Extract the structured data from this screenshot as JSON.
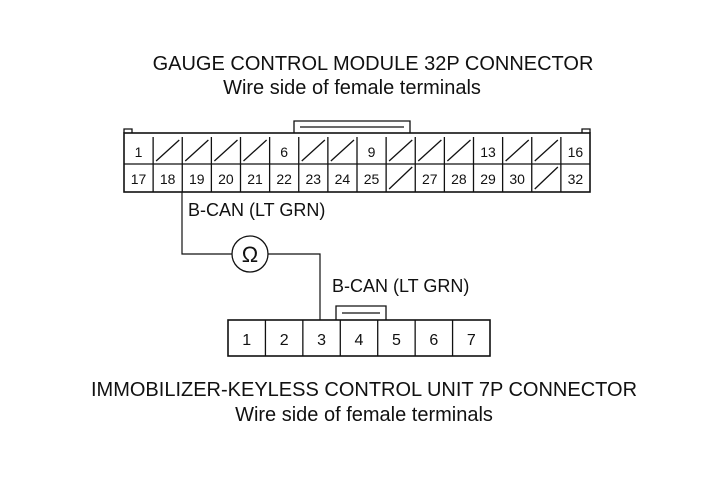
{
  "gauge_connector": {
    "title": "GAUGE CONTROL MODULE 32P CONNECTOR",
    "subtitle": "Wire side of female terminals",
    "top_row": [
      "1",
      "",
      "",
      "",
      "",
      "6",
      "",
      "",
      "9",
      "",
      "",
      "",
      "13",
      "",
      "",
      "16"
    ],
    "bottom_row": [
      "17",
      "18",
      "19",
      "20",
      "21",
      "22",
      "23",
      "24",
      "25",
      "",
      "27",
      "28",
      "29",
      "30",
      "",
      "32"
    ]
  },
  "wire_labels": {
    "upper": "B-CAN (LT GRN)",
    "lower": "B-CAN (LT GRN)"
  },
  "meter": {
    "symbol": "Ω",
    "name": "ohmmeter"
  },
  "immobilizer_connector": {
    "title": "IMMOBILIZER-KEYLESS CONTROL UNIT 7P CONNECTOR",
    "subtitle": "Wire side of female terminals",
    "pins": [
      "1",
      "2",
      "3",
      "4",
      "5",
      "6",
      "7"
    ]
  }
}
